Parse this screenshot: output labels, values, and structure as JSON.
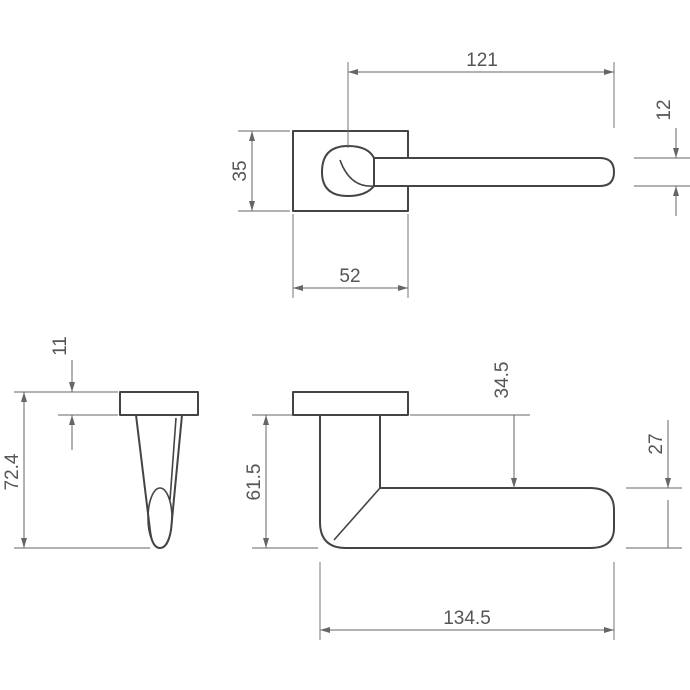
{
  "dimensions": {
    "top_lever_length": "121",
    "top_grip_thickness": "12",
    "top_rose_height": "35",
    "top_rose_width": "52",
    "side_rose_thickness": "11",
    "side_total_height": "72.4",
    "front_lever_drop": "34.5",
    "front_rose_to_bottom": "61.5",
    "front_grip_height": "27",
    "front_lever_length": "134.5"
  },
  "colors": {
    "outline": "#444444",
    "dimension": "#666666",
    "text": "#555555",
    "background": "#ffffff"
  }
}
